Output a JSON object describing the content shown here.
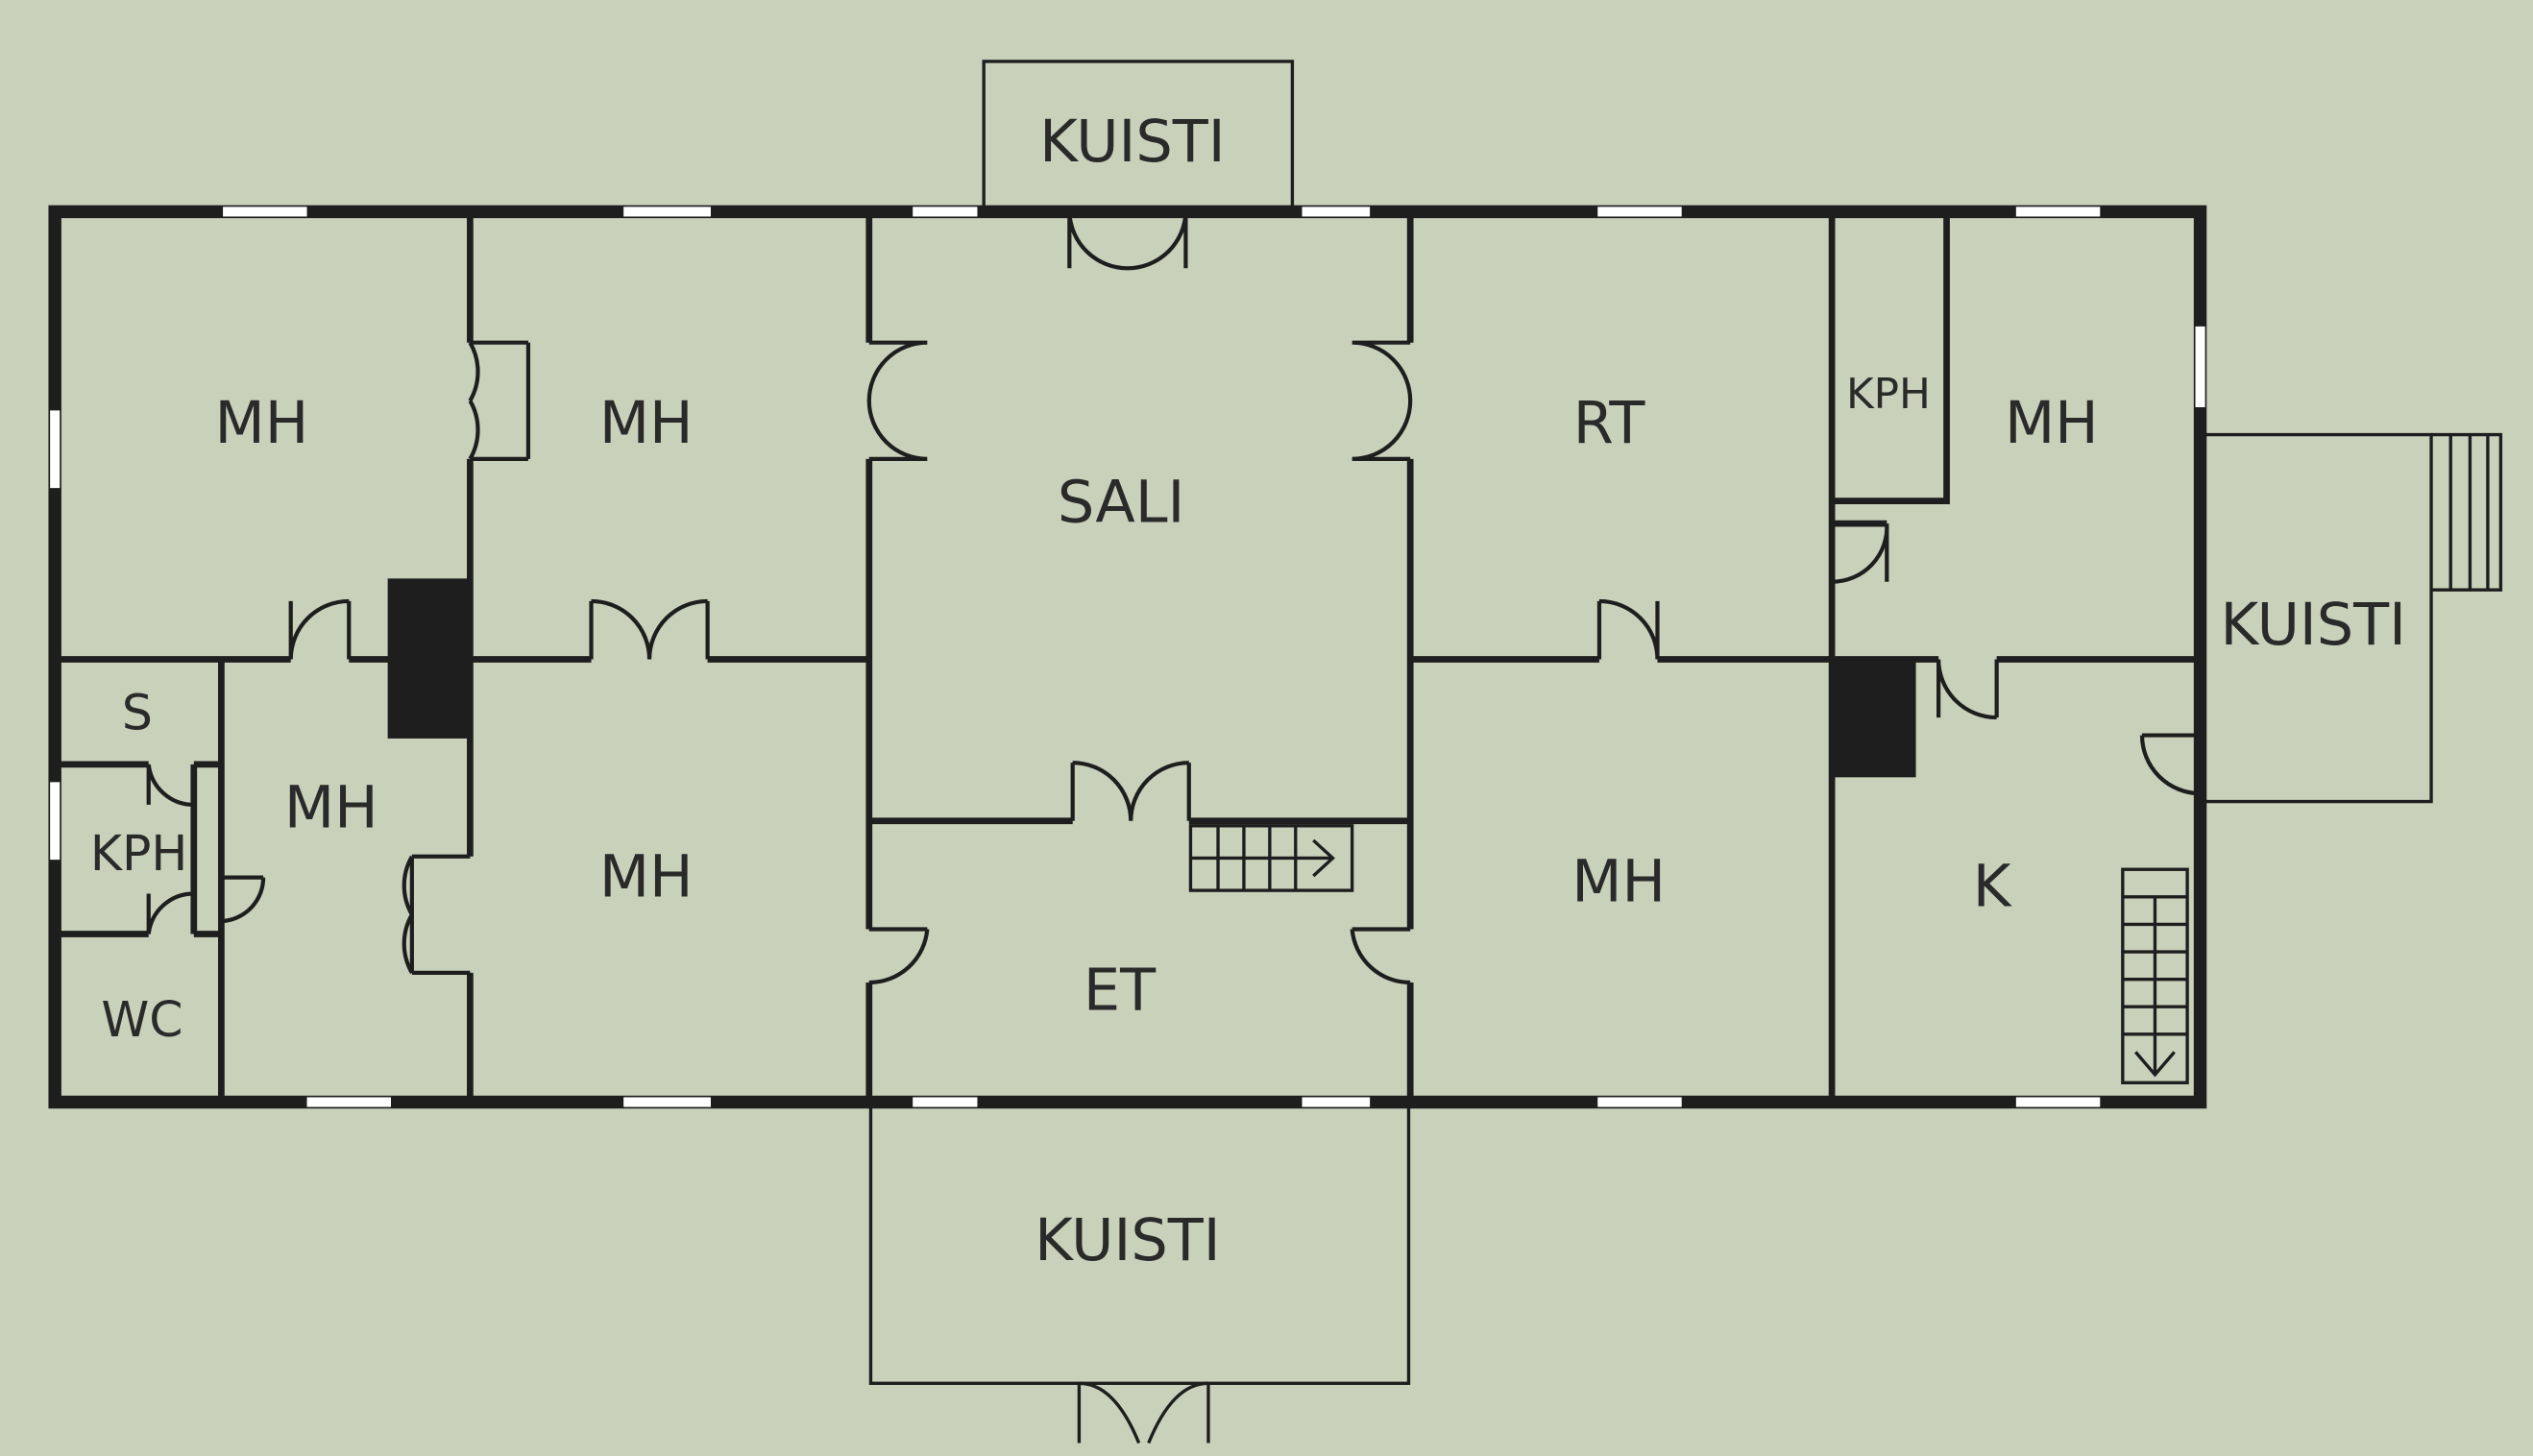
{
  "colors": {
    "background": "#c9d1bb",
    "line": "#1e1e1e",
    "window": "#ffffff",
    "chimney": "#1e1e1e"
  },
  "rooms": {
    "mh_top_left": "MH",
    "mh_top_2": "MH",
    "sali": "SALI",
    "rt": "RT",
    "kph_right": "KPH",
    "mh_top_right": "MH",
    "s": "S",
    "kph_left": "KPH",
    "wc": "WC",
    "mh_bottom_small": "MH",
    "mh_bottom_2": "MH",
    "et": "ET",
    "mh_bottom_right": "MH",
    "k": "K"
  },
  "porches": {
    "top": "KUISTI",
    "right": "KUISTI",
    "bottom": "KUISTI"
  }
}
